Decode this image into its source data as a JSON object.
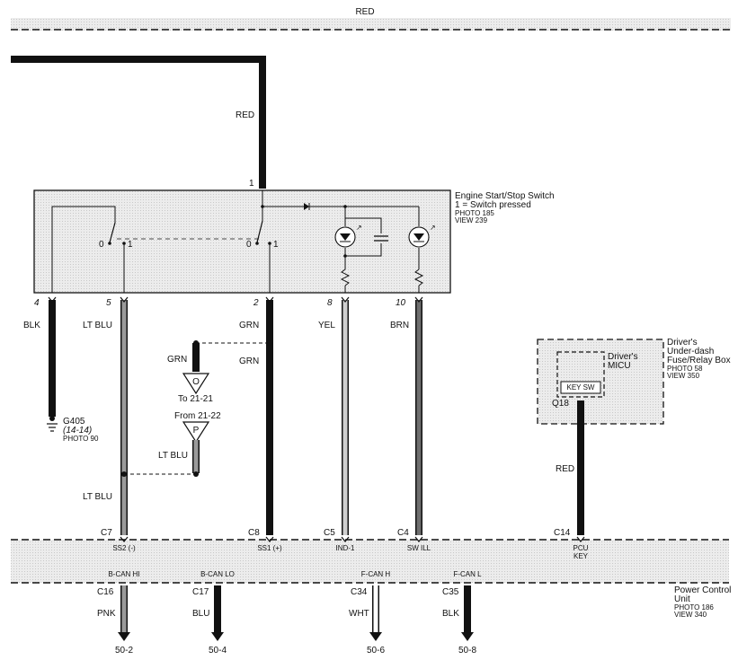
{
  "top_bus": {
    "label": "RED"
  },
  "feed": {
    "wire": "RED",
    "pin": "1"
  },
  "switch": {
    "name": "Engine Start/Stop Switch",
    "note": "1 = Switch pressed",
    "photo": "PHOTO 185",
    "view": "VIEW 239",
    "contact_off": "0",
    "contact_on": "1"
  },
  "pins": {
    "p4": {
      "num": "4",
      "wire": "BLK"
    },
    "p5": {
      "num": "5",
      "wire": "LT BLU",
      "wire_lower": "LT BLU"
    },
    "p2": {
      "num": "2",
      "wire": "GRN",
      "wire_lower": "GRN"
    },
    "p8": {
      "num": "8",
      "wire": "YEL"
    },
    "p10": {
      "num": "10",
      "wire": "BRN"
    }
  },
  "ground": {
    "name": "G405",
    "ref": "(14-14)",
    "photo": "PHOTO 90"
  },
  "connectors": {
    "to": {
      "wire": "GRN",
      "letter": "O",
      "label": "To 21-21"
    },
    "from": {
      "wire": "LT BLU",
      "letter": "P",
      "label": "From 21-22"
    }
  },
  "micu_box": {
    "title1": "Driver's",
    "title2": "Under-dash",
    "title3": "Fuse/Relay Box",
    "photo": "PHOTO 58",
    "view": "VIEW 350",
    "inner1": "Driver's",
    "inner2": "MICU",
    "key_sw": "KEY SW",
    "pin": "Q18",
    "wire": "RED"
  },
  "pcu": {
    "name1": "Power Control",
    "name2": "Unit",
    "photo": "PHOTO 186",
    "view": "VIEW 340",
    "top_pins": [
      {
        "pin": "C7",
        "signal": "SS2 (-)"
      },
      {
        "pin": "C8",
        "signal": "SS1 (+)"
      },
      {
        "pin": "C5",
        "signal": "IND-1"
      },
      {
        "pin": "C4",
        "signal": "SW ILL"
      },
      {
        "pin": "C14",
        "signal": "PCU",
        "signal2": "KEY"
      }
    ],
    "bottom_pins": [
      {
        "pin": "C16",
        "signal": "B-CAN HI",
        "wire": "PNK",
        "ref": "50-2"
      },
      {
        "pin": "C17",
        "signal": "B-CAN LO",
        "wire": "BLU",
        "ref": "50-4"
      },
      {
        "pin": "C34",
        "signal": "F-CAN H",
        "wire": "WHT",
        "ref": "50-6"
      },
      {
        "pin": "C35",
        "signal": "F-CAN L",
        "wire": "BLK",
        "ref": "50-8"
      }
    ]
  },
  "colors": {
    "black_wire": "#111111",
    "gray_wire": "#9a9a9a",
    "shade": "#e4e4e4"
  }
}
